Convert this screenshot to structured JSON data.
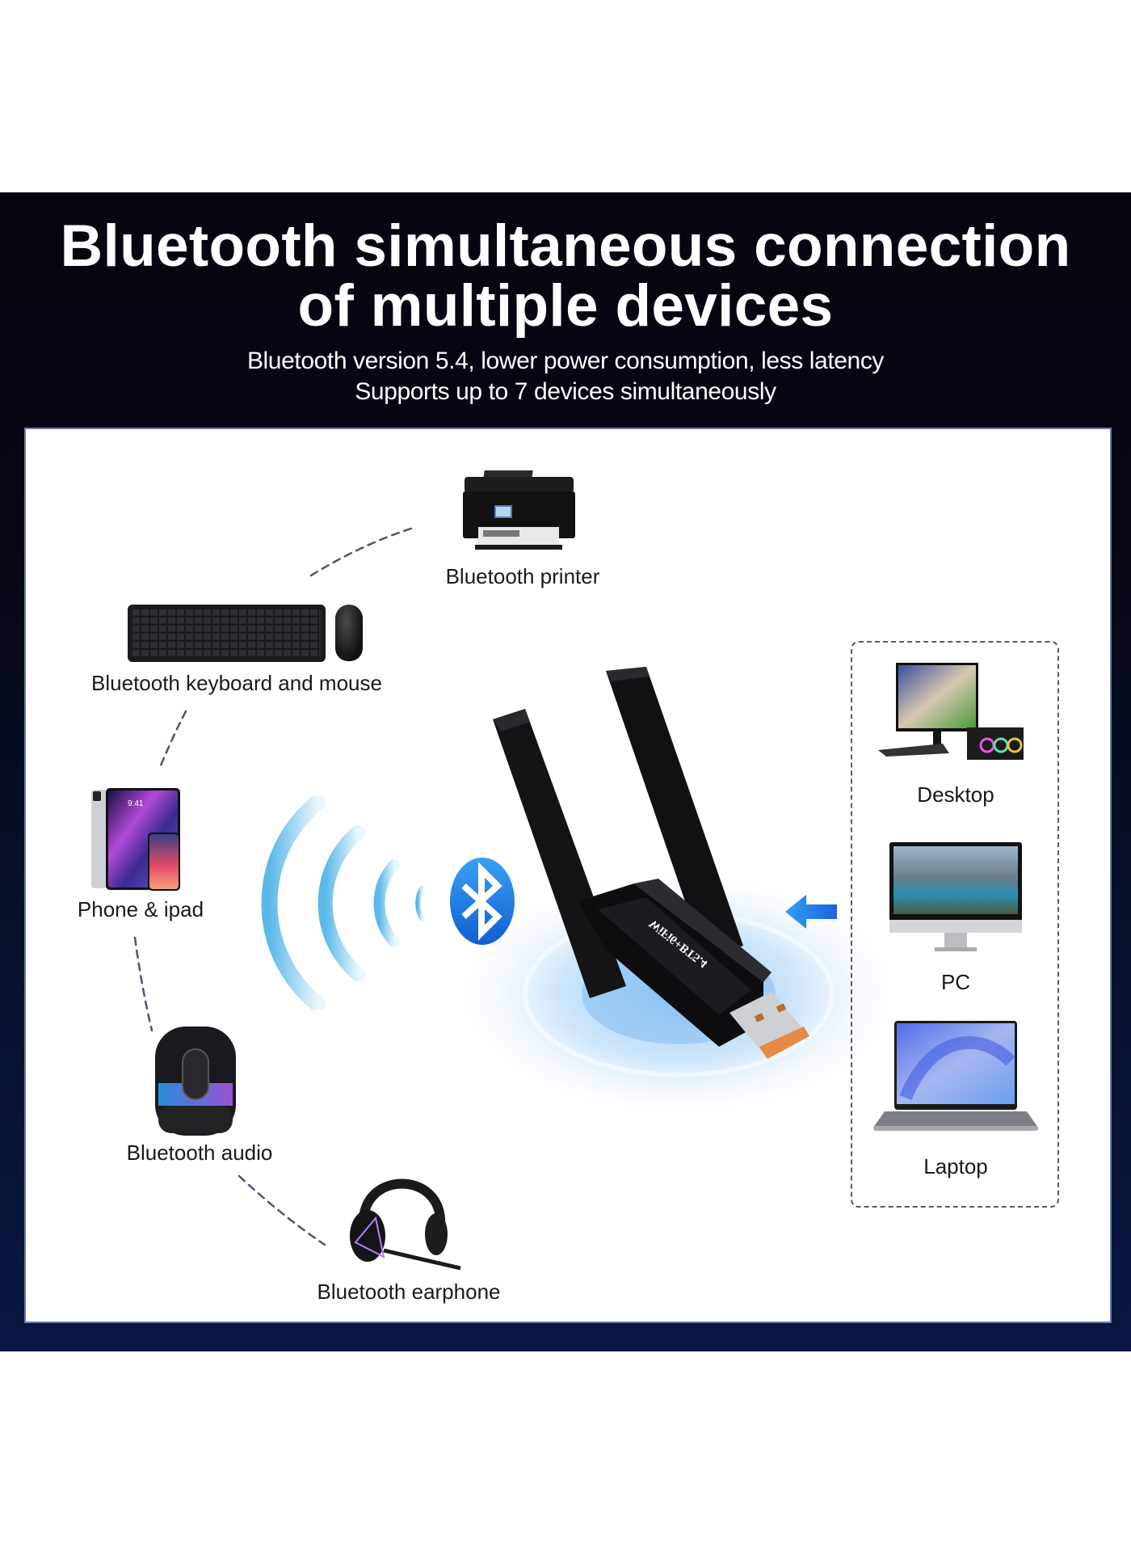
{
  "header": {
    "title_line1": "Bluetooth simultaneous connection",
    "title_line2": "of multiple devices",
    "subtitle_line1": "Bluetooth version 5.4, lower power consumption, less latency",
    "subtitle_line2": "Supports up to 7 devices simultaneously"
  },
  "adapter": {
    "label": "WiFi6+BT5.4",
    "icon": "bluetooth-icon"
  },
  "bluetooth_devices": [
    {
      "label": "Bluetooth printer",
      "icon": "printer-icon"
    },
    {
      "label": "Bluetooth keyboard and mouse",
      "icon": "keyboard-mouse-icon"
    },
    {
      "label": "Phone & ipad",
      "icon": "phone-tablet-icon"
    },
    {
      "label": "Bluetooth audio",
      "icon": "speaker-icon"
    },
    {
      "label": "Bluetooth earphone",
      "icon": "headset-icon"
    }
  ],
  "host_devices": [
    {
      "label": "Desktop",
      "icon": "desktop-icon"
    },
    {
      "label": "PC",
      "icon": "monitor-icon"
    },
    {
      "label": "Laptop",
      "icon": "laptop-icon"
    }
  ],
  "ipad_screen_time": "9:41",
  "colors": {
    "band_top": "#04060f",
    "band_bottom": "#0a1642",
    "panel_border": "#6b78ad",
    "bluetooth_blue": "#1a78e6",
    "wave_blue": "#6ec6f0",
    "dash_line": "#4a5577"
  }
}
